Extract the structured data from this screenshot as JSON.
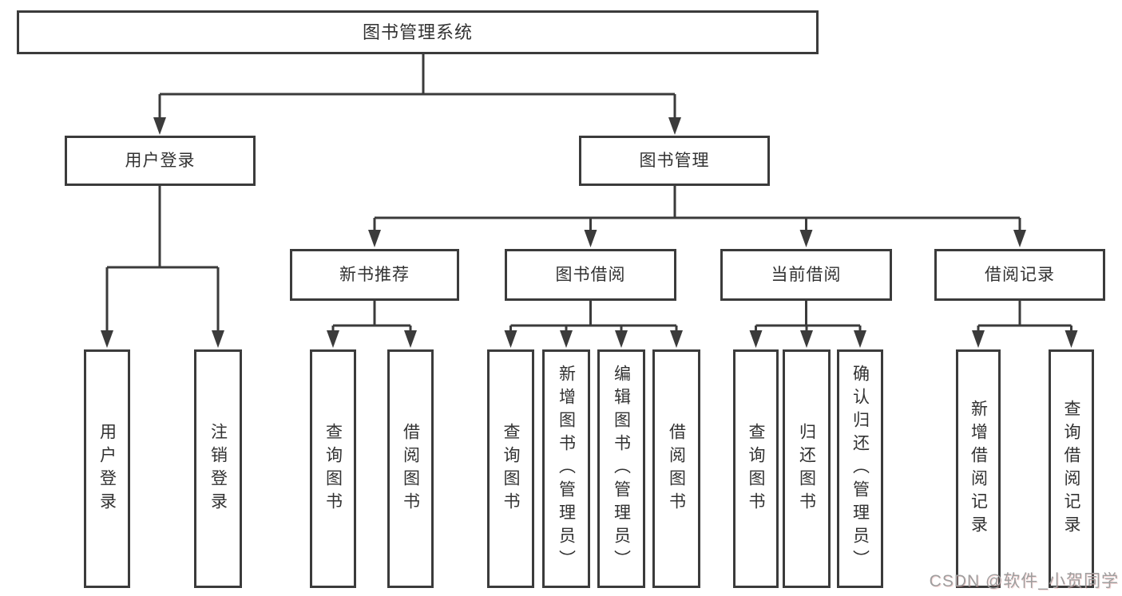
{
  "diagram": {
    "root": {
      "label": "图书管理系统"
    },
    "user_login": {
      "label": "用户登录",
      "children": [
        {
          "label": "用户登录"
        },
        {
          "label": "注销登录"
        }
      ]
    },
    "book_mgmt": {
      "label": "图书管理",
      "sections": [
        {
          "label": "新书推荐",
          "children": [
            {
              "label": "查询图书"
            },
            {
              "label": "借阅图书"
            }
          ]
        },
        {
          "label": "图书借阅",
          "children": [
            {
              "label": "查询图书"
            },
            {
              "label": "新增图书（管理员）"
            },
            {
              "label": "编辑图书（管理员）"
            },
            {
              "label": "借阅图书"
            }
          ]
        },
        {
          "label": "当前借阅",
          "children": [
            {
              "label": "查询图书"
            },
            {
              "label": "归还图书"
            },
            {
              "label": "确认归还（管理员）"
            }
          ]
        },
        {
          "label": "借阅记录",
          "children": [
            {
              "label": "新增借阅记录"
            },
            {
              "label": "查询借阅记录"
            }
          ]
        }
      ]
    }
  },
  "watermark": {
    "text": "CSDN @软件_小贺同学"
  },
  "colors": {
    "background": "#ffffff",
    "box_border": "#3b3b3b",
    "line": "#3b3b3b",
    "text": "#323232",
    "watermark": "#9e9e9e"
  }
}
